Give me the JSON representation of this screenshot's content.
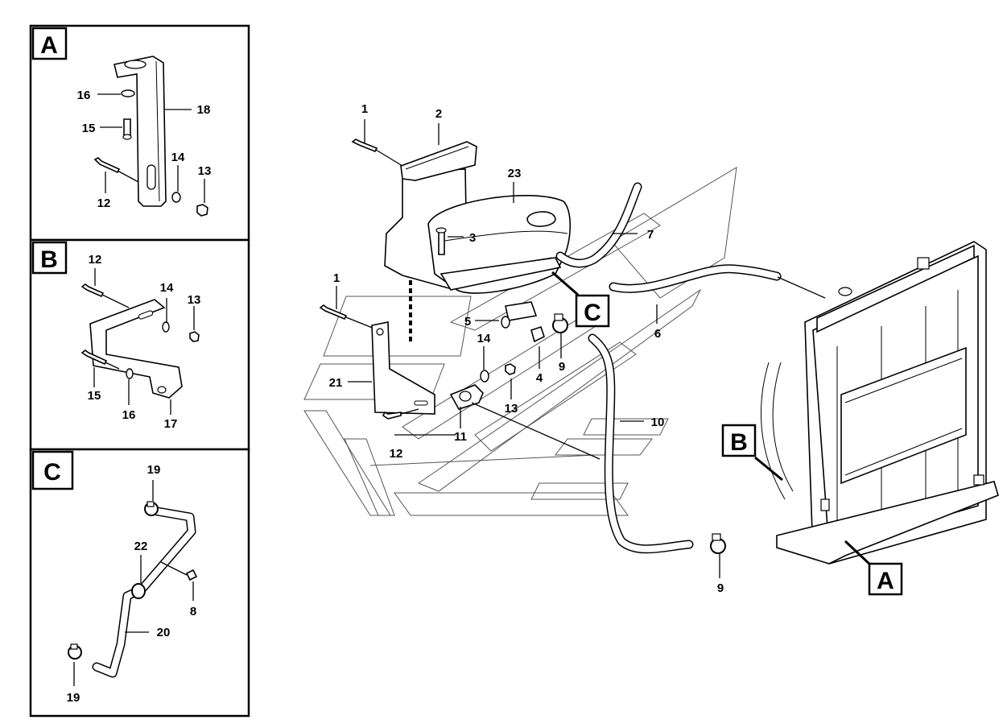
{
  "panels": {
    "A": {
      "letter": "A",
      "callouts": {
        "p16": "16",
        "p15": "15",
        "p18": "18",
        "p14": "14",
        "p13": "13",
        "p12": "12"
      }
    },
    "B": {
      "letter": "B",
      "callouts": {
        "p12": "12",
        "p14": "14",
        "p13": "13",
        "p15": "15",
        "p16": "16",
        "p17": "17"
      }
    },
    "C": {
      "letter": "C",
      "callouts": {
        "p19_top": "19",
        "p22": "22",
        "p8": "8",
        "p20": "20",
        "p19_bottom": "19"
      }
    }
  },
  "main": {
    "callouts": {
      "p1_top": "1",
      "p2": "2",
      "p23": "23",
      "p3": "3",
      "p7": "7",
      "p6": "6",
      "p1_mid": "1",
      "p5": "5",
      "p14": "14",
      "p4": "4",
      "p9_top": "9",
      "p21": "21",
      "p13": "13",
      "p10": "10",
      "p11": "11",
      "p12": "12",
      "p9_bottom": "9"
    },
    "refs": {
      "C": "C",
      "B": "B",
      "A": "A"
    }
  }
}
